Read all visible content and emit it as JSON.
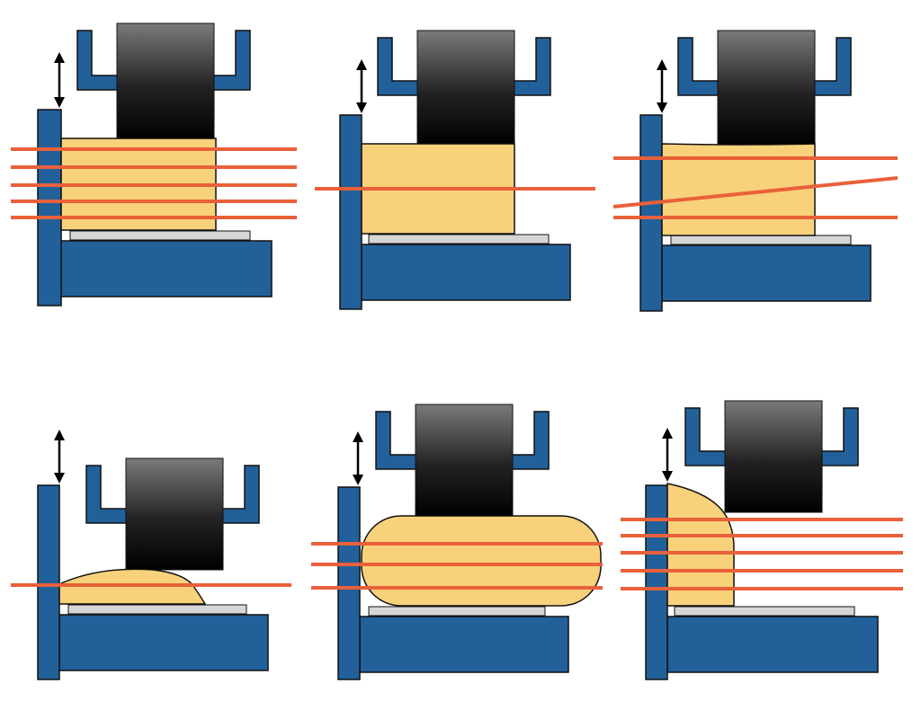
{
  "colors": {
    "frame_blue": "#22609a",
    "outline": "#111111",
    "sample_fill": "#f8d17b",
    "laser_line": "#e8613a",
    "plate_gray": "#d6d6d6",
    "piston_dark": "#000000",
    "piston_light": "#7a7a7a",
    "arrow": "#000000"
  },
  "panels": [
    {
      "id": "panel-1",
      "sample_shape": "rectangular-block",
      "laser_lines": 5,
      "laser_arrangement": "parallel-horizontal"
    },
    {
      "id": "panel-2",
      "sample_shape": "rectangular-block",
      "laser_lines": 1,
      "laser_arrangement": "single-horizontal"
    },
    {
      "id": "panel-3",
      "sample_shape": "rectangular-block",
      "laser_lines": 3,
      "laser_arrangement": "two-horizontal-one-inclined"
    },
    {
      "id": "panel-4",
      "sample_shape": "flattened-dome",
      "laser_lines": 1,
      "laser_arrangement": "single-horizontal"
    },
    {
      "id": "panel-5",
      "sample_shape": "rounded-bulged-block",
      "laser_lines": 3,
      "laser_arrangement": "parallel-horizontal"
    },
    {
      "id": "panel-6",
      "sample_shape": "wall-adhered-slump",
      "laser_lines": 5,
      "laser_arrangement": "parallel-horizontal"
    }
  ]
}
